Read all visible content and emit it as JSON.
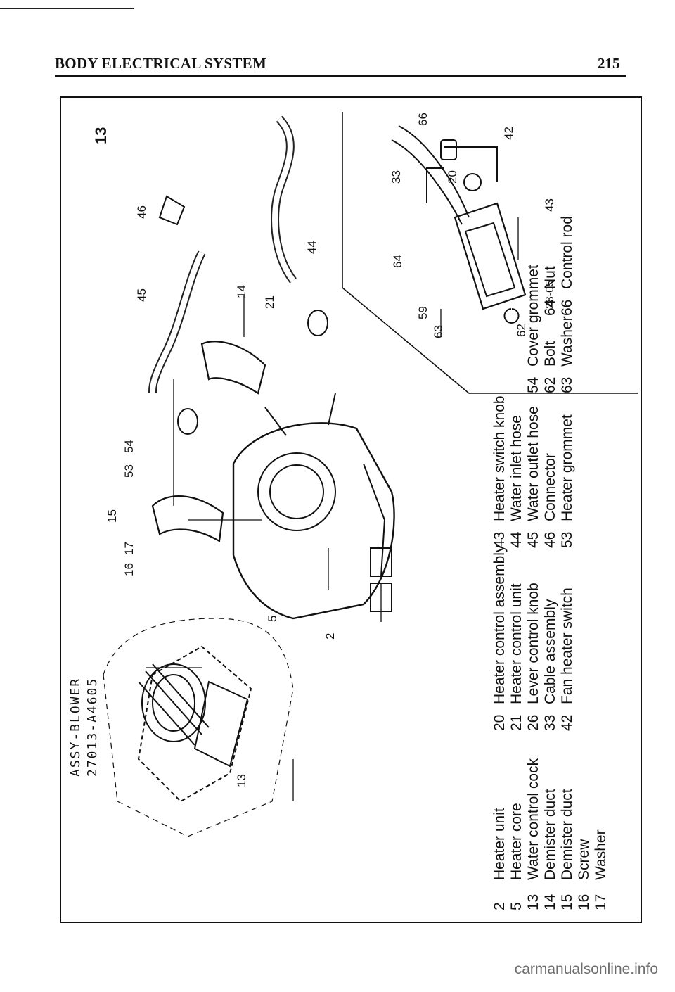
{
  "header": {
    "section_title": "BODY ELECTRICAL SYSTEM",
    "page_number": "215"
  },
  "figure": {
    "figure_number": "13",
    "assembly_name": "ASSY-BLOWER",
    "assembly_part_number": "27013-A4605",
    "sub_assembly_code": "28-05",
    "callouts": [
      "2",
      "5",
      "13",
      "14",
      "15",
      "16",
      "17",
      "20",
      "21",
      "33",
      "42",
      "43",
      "44",
      "45",
      "46",
      "53",
      "54",
      "59",
      "62",
      "63",
      "64",
      "66"
    ]
  },
  "legend": {
    "columns": [
      [
        {
          "num": "2",
          "label": "Heater unit"
        },
        {
          "num": "5",
          "label": "Heater core"
        },
        {
          "num": "13",
          "label": "Water control cock"
        },
        {
          "num": "14",
          "label": "Demister duct"
        },
        {
          "num": "15",
          "label": "Demister duct"
        },
        {
          "num": "16",
          "label": "Screw"
        },
        {
          "num": "17",
          "label": "Washer"
        }
      ],
      [
        {
          "num": "20",
          "label": "Heater control assembly"
        },
        {
          "num": "21",
          "label": "Heater control unit"
        },
        {
          "num": "26",
          "label": "Lever control knob"
        },
        {
          "num": "33",
          "label": "Cable assembly"
        },
        {
          "num": "42",
          "label": "Fan heater switch"
        }
      ],
      [
        {
          "num": "43",
          "label": "Heater switch knob"
        },
        {
          "num": "44",
          "label": "Water inlet hose"
        },
        {
          "num": "45",
          "label": "Water outlet hose"
        },
        {
          "num": "46",
          "label": "Connector"
        },
        {
          "num": "53",
          "label": "Heater grommet"
        }
      ],
      [
        {
          "num": "54",
          "label": "Cover grommet"
        },
        {
          "num": "62",
          "label": "Bolt"
        },
        {
          "num": "63",
          "label": "Washer"
        }
      ],
      [
        {
          "num": "64",
          "label": "Nut"
        },
        {
          "num": "66",
          "label": "Control rod"
        }
      ]
    ]
  },
  "watermark": "carmanualsonline.info"
}
